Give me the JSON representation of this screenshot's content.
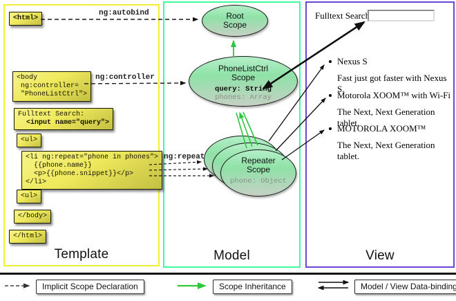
{
  "columns": {
    "template_label": "Template",
    "model_label": "Model",
    "view_label": "View"
  },
  "template": {
    "html_open": "<html>",
    "body_open": "<body\n ng:controller=\n \"PhoneListCtrl\">",
    "fulltext_line1": "Fulltext Search:",
    "fulltext_line2": "  <input name=\"query\">",
    "ul_open": "<ul>",
    "li_repeat": "<li ng:repeat=\"phone in phones\">\n  {{phone.name}}\n  <p>{{phone.snippet}}</p>\n</li>",
    "ul_close": "<ul>",
    "body_close": "</body>",
    "html_close": "</html>"
  },
  "arrow_labels": {
    "autobind": "ng:autobind",
    "controller": "ng:controller",
    "repeat": "ng:repeat"
  },
  "model": {
    "root_scope_title": "Root\nScope",
    "phonelist_title": "PhoneListCtrl\nScope",
    "phonelist_prop_query": "query: String",
    "phonelist_prop_phones": "phones: Array",
    "repeater_title": "Repeater\nScope",
    "repeater_prop": "phone: Object"
  },
  "view": {
    "search_label": "Fulltext Search:",
    "search_value": "",
    "items": [
      {
        "name": "Nexus S",
        "desc": "Fast just got faster with Nexus S."
      },
      {
        "name": "Motorola XOOM™ with Wi-Fi",
        "desc": "The Next, Next Generation tablet."
      },
      {
        "name": "MOTOROLA XOOM™",
        "desc": "The Next, Next Generation tablet."
      }
    ]
  },
  "legend": {
    "implicit": "Implicit Scope Declaration",
    "inheritance": "Scope Inheritance",
    "binding": "Model / View Data-binding"
  },
  "colors": {
    "template_border": "#f2ee33",
    "model_border": "#3dfb9d",
    "view_border": "#6b44d8",
    "inheritance_green": "#2fc53f"
  }
}
